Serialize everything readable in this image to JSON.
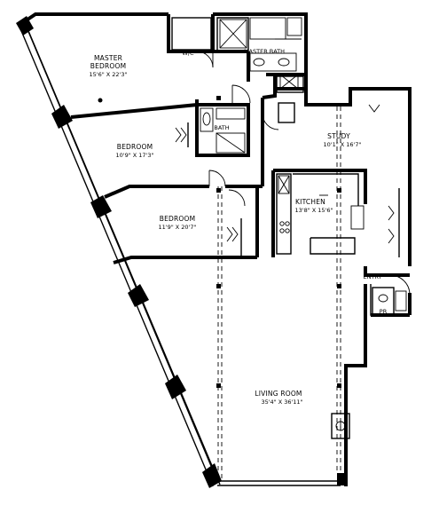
{
  "rooms": {
    "master_bedroom": {
      "name_line1": "MASTER",
      "name_line2": "BEDROOM",
      "dims": "15'6\" X 22'3\""
    },
    "wic": {
      "name": "W/C"
    },
    "master_bath": {
      "name": "MASTER BATH"
    },
    "bath": {
      "name": "BATH"
    },
    "bedroom_1": {
      "name": "BEDROOM",
      "dims": "10'9\" X 17'3\""
    },
    "bedroom_2": {
      "name": "BEDROOM",
      "dims": "11'9\" X 20'7\""
    },
    "study": {
      "name": "STUDY",
      "dims": "10'1\" X 16'7\""
    },
    "kitchen": {
      "name": "KITCHEN",
      "dims": "13'8\" X 15'6\""
    },
    "entry": {
      "name": "ENTRY"
    },
    "powder_room": {
      "name": "PR"
    },
    "living_room": {
      "name": "LIVING ROOM",
      "dims": "35'4\" X 36'11\""
    }
  }
}
